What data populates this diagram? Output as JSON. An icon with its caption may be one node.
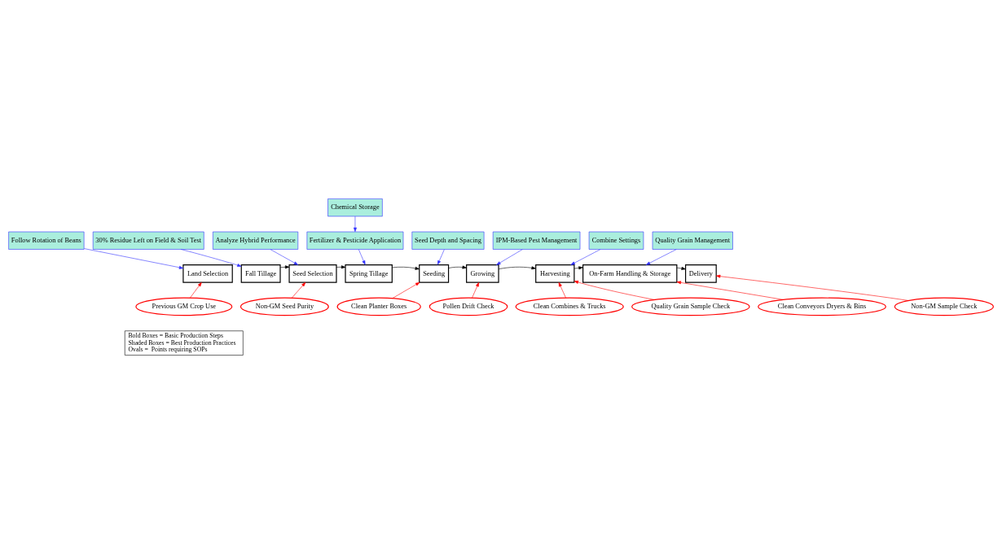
{
  "diagram": {
    "nodes": [
      {
        "text": [
          "Land Selection"
        ]
      },
      {
        "text": [
          "Fall Tillage"
        ]
      },
      {
        "text": [
          "Seed Selection"
        ]
      },
      {
        "text": [
          "Spring Tillage"
        ]
      },
      {
        "text": [
          "Seeding"
        ]
      },
      {
        "text": [
          "Growing"
        ]
      },
      {
        "text": [
          "Harvesting"
        ]
      },
      {
        "text": [
          "On-Farm Handling & Storage"
        ]
      },
      {
        "text": [
          "Delivery"
        ]
      },
      {
        "text": [
          "Follow Rotation of Beans"
        ]
      },
      {
        "text": [
          "30% Residue Left on Field & Soil Test"
        ]
      },
      {
        "text": [
          "Analyze Hybrid Performance"
        ]
      },
      {
        "text": [
          "Chemical Storage"
        ]
      },
      {
        "text": [
          "Fertilizer & Pesticide Application"
        ]
      },
      {
        "text": [
          "Seed Depth and Spacing"
        ]
      },
      {
        "text": [
          "IPM-Based Pest Management"
        ]
      },
      {
        "text": [
          "Combine Settings"
        ]
      },
      {
        "text": [
          "Quality Grain Management"
        ]
      },
      {
        "text": [
          "Previous GM Crop Use"
        ]
      },
      {
        "text": [
          "Non-GM Seed Purity"
        ]
      },
      {
        "text": [
          "Clean Planter Boxes"
        ]
      },
      {
        "text": [
          "Pollen Drift Check"
        ]
      },
      {
        "text": [
          "Clean Combines & Trucks"
        ]
      },
      {
        "text": [
          "Quality Grain Sample Check"
        ]
      },
      {
        "text": [
          "Clean Conveyors Dryers & Bins"
        ]
      },
      {
        "text": [
          "Non-GM Sample Check"
        ]
      }
    ],
    "edges": [
      {
        "from": 1,
        "to": 2,
        "arrow": "to",
        "color": "#000000"
      },
      {
        "from": 2,
        "to": 3,
        "arrow": "to",
        "color": "#000000"
      },
      {
        "from": 3,
        "to": 4,
        "arrow": "to",
        "color": "#000000"
      },
      {
        "from": 4,
        "to": 5,
        "arrow": "to",
        "color": "#000000"
      },
      {
        "from": 5,
        "to": 6,
        "arrow": "to",
        "color": "#000000"
      },
      {
        "from": 6,
        "to": 7,
        "arrow": "to",
        "color": "#000000"
      },
      {
        "from": 7,
        "to": 8,
        "arrow": "to",
        "color": "#000000"
      },
      {
        "from": 9,
        "to": 0,
        "arrow": "to"
      },
      {
        "from": 10,
        "to": 1,
        "arrow": "to"
      },
      {
        "from": 11,
        "to": 2,
        "arrow": "to"
      },
      {
        "from": 12,
        "to": 13,
        "arrow": "to"
      },
      {
        "from": 13,
        "to": 3,
        "arrow": "to"
      },
      {
        "from": 14,
        "to": 4,
        "arrow": "to"
      },
      {
        "from": 15,
        "to": 5,
        "arrow": "to"
      },
      {
        "from": 16,
        "to": 6,
        "arrow": "to"
      },
      {
        "from": 17,
        "to": 7,
        "arrow": "to"
      },
      {
        "from": 18,
        "to": 0,
        "arrow": "to",
        "color": "#ff0000"
      },
      {
        "from": 19,
        "to": 2,
        "arrow": "to",
        "color": "#ff0000"
      },
      {
        "from": 20,
        "to": 4,
        "arrow": "to",
        "color": "#ff0000"
      },
      {
        "from": 21,
        "to": 5,
        "arrow": "to",
        "color": "#ff0000"
      },
      {
        "from": 22,
        "to": 6,
        "arrow": "to",
        "color": "#ff0000"
      },
      {
        "from": 23,
        "to": 6,
        "arrow": "to",
        "color": "#ff0000"
      },
      {
        "from": 24,
        "to": 7,
        "arrow": "to",
        "color": "#ff0000"
      },
      {
        "from": 25,
        "to": 8,
        "arrow": "to",
        "color": "#ff0000"
      }
    ],
    "labels": [
      "Bold Boxes = Basic Production Steps",
      "Shaded Boxes = Best Production Practices",
      "Ovals =  Points requiring SOPs"
    ]
  }
}
